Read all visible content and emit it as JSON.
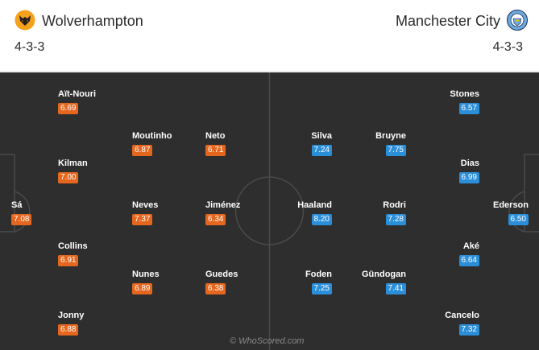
{
  "home": {
    "name": "Wolverhampton",
    "formation": "4-3-3",
    "crest_icon": "wolf-crest-icon",
    "rating_color": "#e5661e",
    "players": [
      {
        "name": "Aït-Nouri",
        "rating": "6.69"
      },
      {
        "name": "Moutinho",
        "rating": "6.87"
      },
      {
        "name": "Neto",
        "rating": "6.71"
      },
      {
        "name": "Kilman",
        "rating": "7.00"
      },
      {
        "name": "Sá",
        "rating": "7.08"
      },
      {
        "name": "Neves",
        "rating": "7.37"
      },
      {
        "name": "Jiménez",
        "rating": "6.34"
      },
      {
        "name": "Collins",
        "rating": "6.91"
      },
      {
        "name": "Nunes",
        "rating": "6.89"
      },
      {
        "name": "Guedes",
        "rating": "6.38"
      },
      {
        "name": "Jonny",
        "rating": "6.88"
      }
    ]
  },
  "away": {
    "name": "Manchester City",
    "formation": "4-3-3",
    "crest_icon": "man-city-crest-icon",
    "rating_color": "#2b8ed9",
    "players": [
      {
        "name": "Stones",
        "rating": "6.57"
      },
      {
        "name": "Silva",
        "rating": "7.24"
      },
      {
        "name": "Bruyne",
        "rating": "7.75"
      },
      {
        "name": "Dias",
        "rating": "6.99"
      },
      {
        "name": "Haaland",
        "rating": "8.20"
      },
      {
        "name": "Rodri",
        "rating": "7.28"
      },
      {
        "name": "Ederson",
        "rating": "6.50"
      },
      {
        "name": "Aké",
        "rating": "6.64"
      },
      {
        "name": "Foden",
        "rating": "7.25"
      },
      {
        "name": "Gündogan",
        "rating": "7.41"
      },
      {
        "name": "Cancelo",
        "rating": "7.32"
      }
    ]
  },
  "watermark": "© WhoScored.com"
}
